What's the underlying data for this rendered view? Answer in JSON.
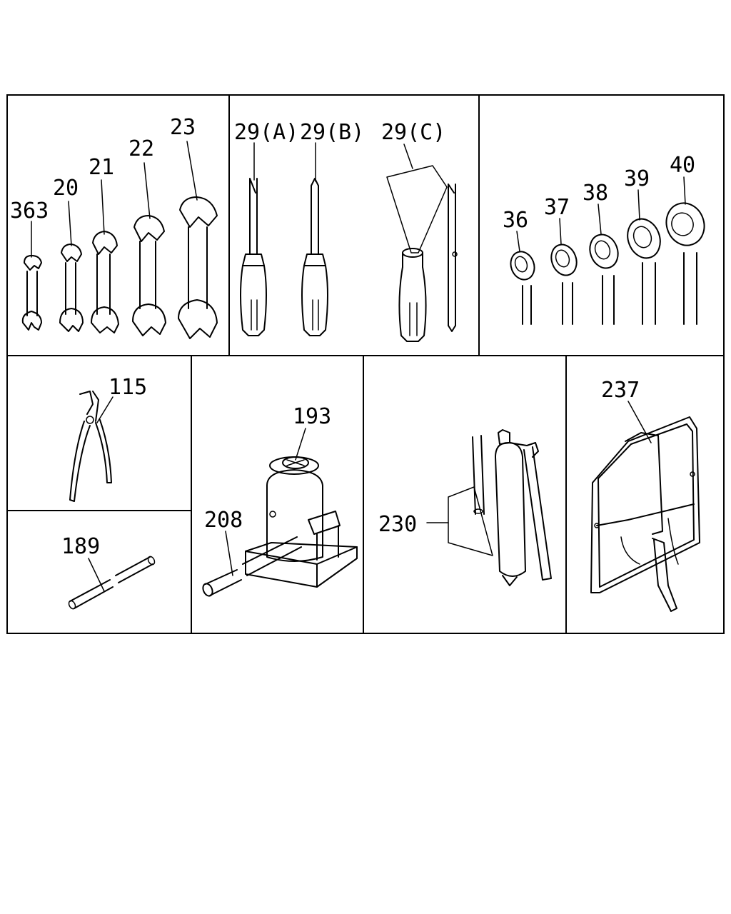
{
  "labels": {
    "p363": "363",
    "p20": "20",
    "p21": "21",
    "p22": "22",
    "p23": "23",
    "p29a": "29(A)",
    "p29b": "29(B)",
    "p29c": "29(C)",
    "p36": "36",
    "p37": "37",
    "p38": "38",
    "p39": "39",
    "p40": "40",
    "p115": "115",
    "p189": "189",
    "p193": "193",
    "p208": "208",
    "p230": "230",
    "p237": "237"
  }
}
